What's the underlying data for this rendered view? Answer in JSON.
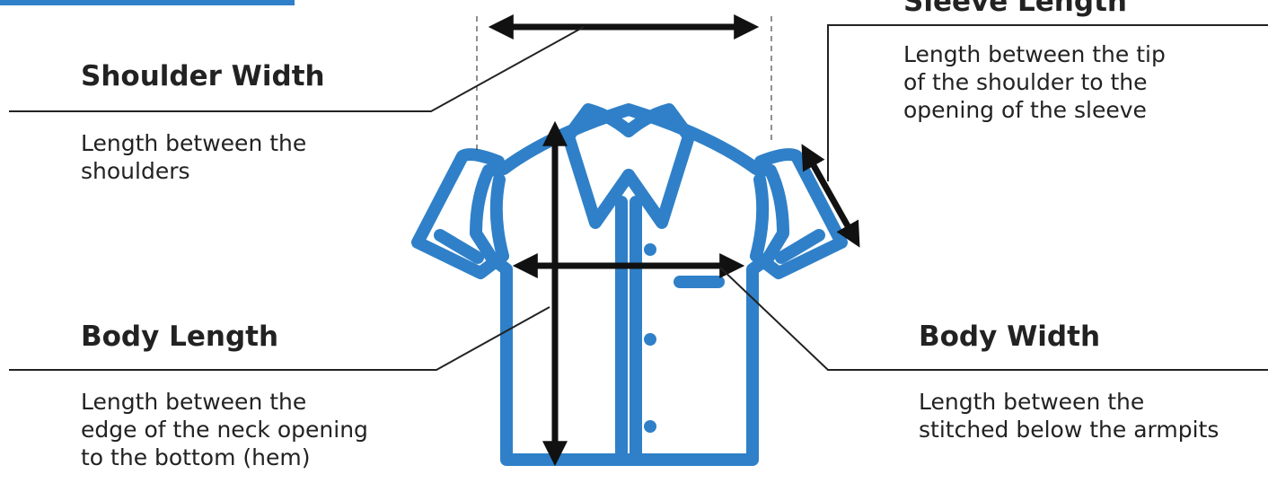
{
  "colors": {
    "shirt": "#2f80c8",
    "lines": "#222222",
    "arrows": "#111111",
    "accent_bar": "#2f80c8"
  },
  "sleeve": {
    "title": "Sleeve Length",
    "desc": [
      "Length between the tip",
      "of the shoulder to the",
      "opening of the sleeve"
    ]
  },
  "shoulder": {
    "title": "Shoulder Width",
    "desc": [
      "Length between the",
      "shoulders"
    ]
  },
  "body_length": {
    "title": "Body Length",
    "desc": [
      "Length between the",
      "edge of the neck opening",
      "to the bottom (hem)"
    ]
  },
  "body_width": {
    "title": "Body Width",
    "desc": [
      "Length between the",
      "stitched below the armpits"
    ]
  }
}
